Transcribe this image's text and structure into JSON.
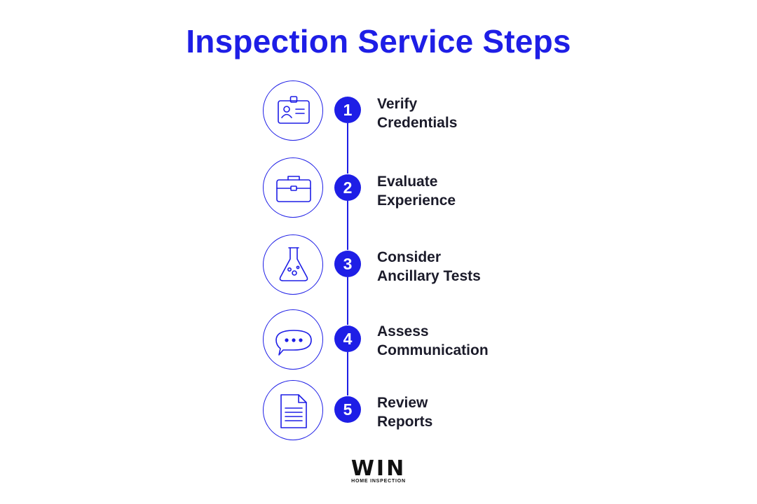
{
  "title": "Inspection Service Steps",
  "accent_color": "#1e1ee6",
  "steps": [
    {
      "number": "1",
      "line1": "Verify",
      "line2": "Credentials",
      "icon": "id-badge-icon"
    },
    {
      "number": "2",
      "line1": "Evaluate",
      "line2": "Experience",
      "icon": "briefcase-icon"
    },
    {
      "number": "3",
      "line1": "Consider",
      "line2": "Ancillary Tests",
      "icon": "flask-icon"
    },
    {
      "number": "4",
      "line1": "Assess",
      "line2": "Communication",
      "icon": "chat-bubble-icon"
    },
    {
      "number": "5",
      "line1": "Review",
      "line2": "Reports",
      "icon": "document-icon"
    }
  ],
  "logo": {
    "mark": "WIN",
    "subtitle": "HOME INSPECTION"
  }
}
